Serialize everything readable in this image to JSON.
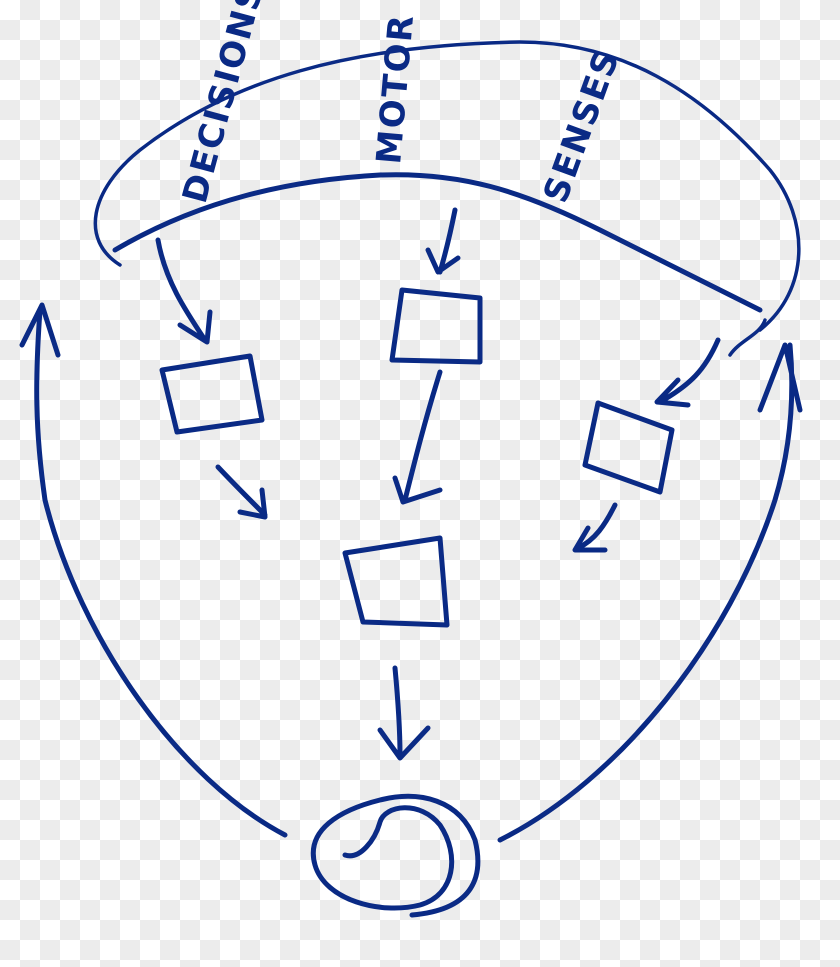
{
  "labels": {
    "decisions": "DECISIONS",
    "motor": "MOTOR",
    "senses": "SENSES"
  },
  "colors": {
    "ink": "#0a2a85"
  }
}
